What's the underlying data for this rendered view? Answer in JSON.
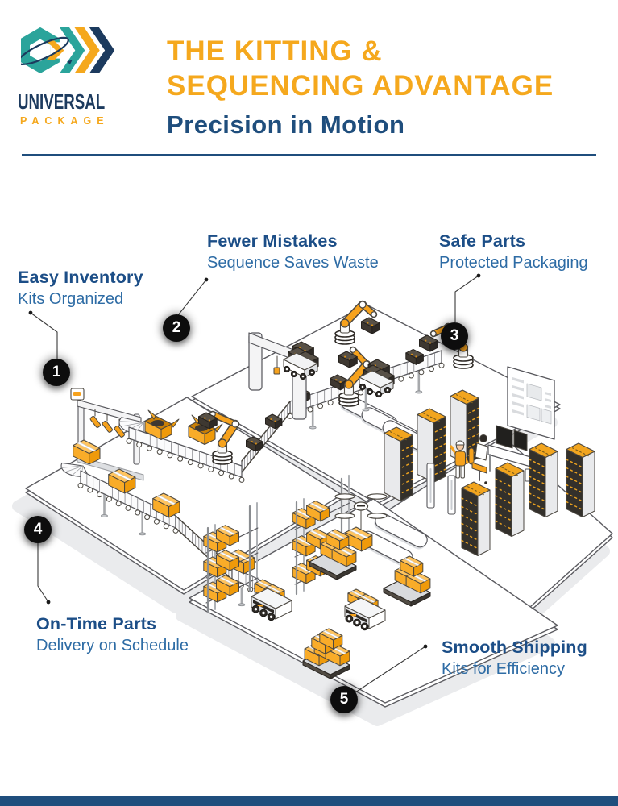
{
  "header": {
    "logo": {
      "name": "UNIVERSAL",
      "tagline": "PACKAGE"
    },
    "title_line1": "THE KITTING &",
    "title_line2": "SEQUENCING ADVANTAGE",
    "subtitle": "Precision in Motion"
  },
  "callouts": [
    {
      "num": "1",
      "title": "Easy Inventory",
      "subtitle": "Kits Organized"
    },
    {
      "num": "2",
      "title": "Fewer Mistakes",
      "subtitle": "Sequence Saves Waste"
    },
    {
      "num": "3",
      "title": "Safe Parts",
      "subtitle": "Protected Packaging"
    },
    {
      "num": "4",
      "title": "On-Time Parts",
      "subtitle": "Delivery on Schedule"
    },
    {
      "num": "5",
      "title": "Smooth Shipping",
      "subtitle": "Kits for Efficiency"
    }
  ],
  "colors": {
    "brand_teal": "#2BA49B",
    "brand_orange": "#F5A81D",
    "brand_navy": "#1C3A5E",
    "heading_orange": "#F5A81D",
    "heading_navy": "#1F4E7D",
    "callout_title": "#1C4E87",
    "callout_subtitle": "#2E6CA5",
    "badge_bg": "#0D0D0D",
    "accent_orange": "#F6A21D",
    "box_orange": "#F9AC29",
    "outline": "#4B4740",
    "platform_edge": "#5B5B60",
    "shadow": "#EAEBED",
    "footer_navy": "#1F4E7D"
  },
  "illustration": {
    "platforms": [
      "sequencing-line",
      "kitting-line",
      "inventory-storage",
      "shipping-dock"
    ],
    "objects": [
      "robotic-arm",
      "conveyor-belt",
      "gantry-frame",
      "agv-cart",
      "kit-tote",
      "storage-rack",
      "operator-desk",
      "wall-display",
      "standing-worker",
      "seated-operator",
      "shelf-rack",
      "pallet-boxes",
      "delivery-robot",
      "drone",
      "charging-pad",
      "cardboard-box"
    ]
  }
}
